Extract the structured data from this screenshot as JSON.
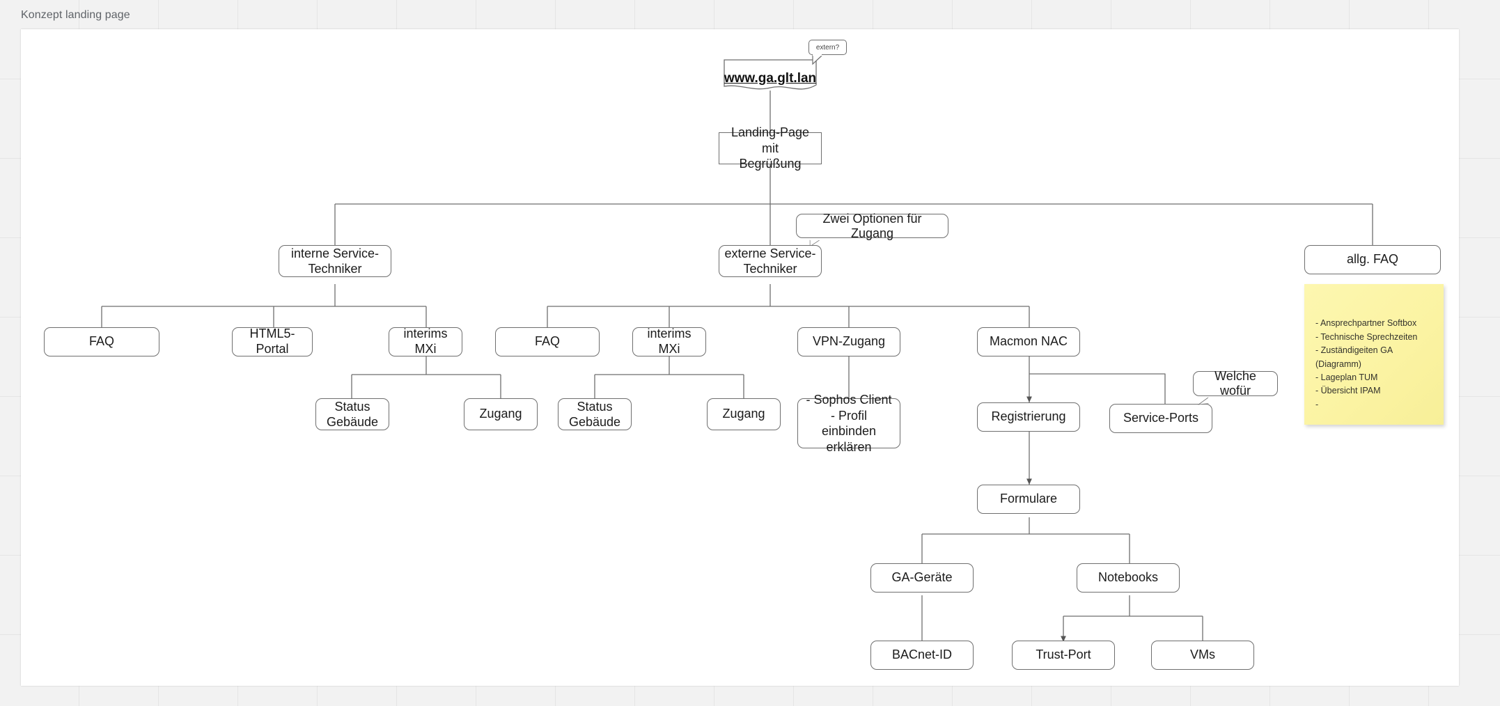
{
  "page": {
    "title": "Konzept landing page",
    "canvas_bg": "#f2f2f2",
    "paper_bg": "#ffffff",
    "note_color": "#fcf5a8",
    "line_color": "#6e6e6e"
  },
  "nodes": {
    "url": "www.ga.glt.lan",
    "extern_note": "extern?",
    "landing": "Landing-Page mit\nBegrüßung",
    "two_options": "Zwei Optionen für Zugang",
    "internal_tech": "interne Service-\nTechniker",
    "external_tech": "externe Service-\nTechniker",
    "general_faq": "allg. FAQ",
    "faq_internal": "FAQ",
    "html5_portal": "HTML5-Portal",
    "interims_mxi_internal": "interims MXi",
    "faq_external": "FAQ",
    "interims_mxi_external": "interims MXi",
    "vpn_zugang": "VPN-Zugang",
    "macmon_nac": "Macmon NAC",
    "status_gebaeude_internal": "Status\nGebäude",
    "zugang_internal": "Zugang",
    "status_gebaeude_external": "Status\nGebäude",
    "zugang_external": "Zugang",
    "sophos": "- Sophos Client\n- Profil einbinden\nerklären",
    "registrierung": "Registrierung",
    "service_ports": "Service-Ports",
    "welche_wofuer": "Welche wofür",
    "formulare": "Formulare",
    "ga_geraete": "GA-Geräte",
    "notebooks": "Notebooks",
    "bacnet_id": "BACnet-ID",
    "trust_port": "Trust-Port",
    "vms": "VMs"
  },
  "sticky_note": {
    "lines": [
      "- Ansprechpartner Softbox",
      "- Technische Sprechzeiten",
      "- Zuständigeiten GA",
      "(Diagramm)",
      "- Lageplan TUM",
      "- Übersicht IPAM",
      "-"
    ],
    "text": "- Ansprechpartner Softbox\n- Technische Sprechzeiten\n- Zuständigeiten GA\n(Diagramm)\n- Lageplan TUM\n- Übersicht IPAM\n-"
  }
}
